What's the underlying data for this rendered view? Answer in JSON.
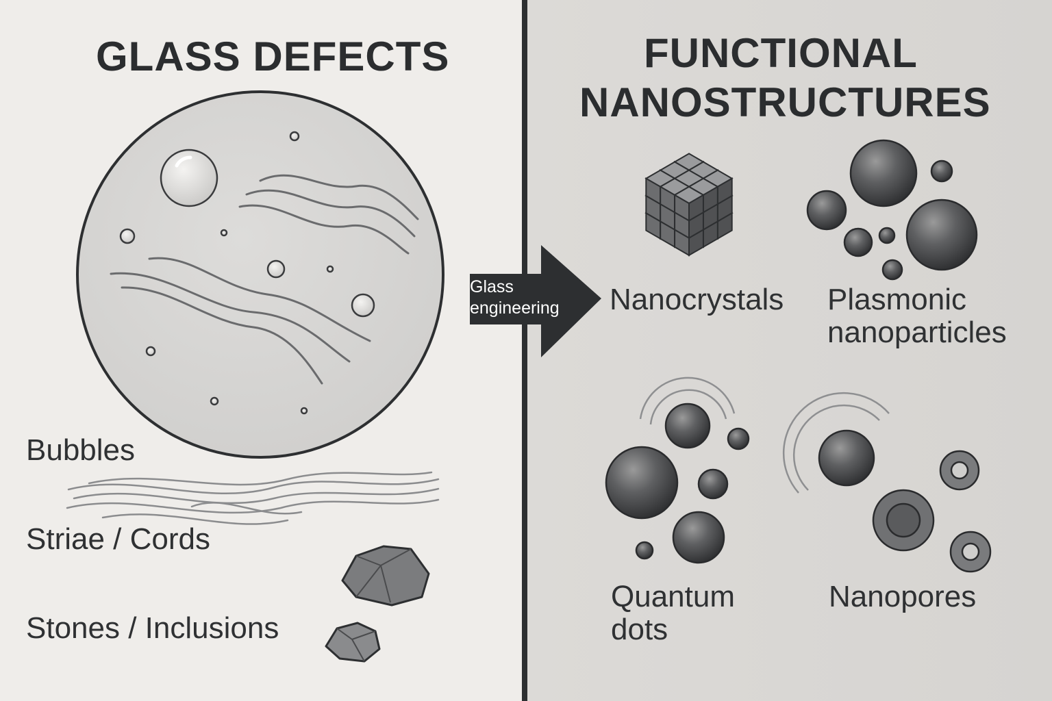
{
  "left": {
    "title": "GLASS DEFECTS",
    "labels": {
      "bubbles": "Bubbles",
      "striae": "Striae / Cords",
      "stones": "Stones / Inclusions"
    }
  },
  "arrow": {
    "line1": "Glass",
    "line2": "engineering"
  },
  "right": {
    "title_line1": "FUNCTIONAL",
    "title_line2": "NANOSTRUCTURES",
    "labels": {
      "nanocrystals": "Nanocrystals",
      "plasmonic_line1": "Plasmonic",
      "plasmonic_line2": "nanoparticles",
      "quantum_line1": "Quantum",
      "quantum_line2": "dots",
      "nanopores": "Nanopores"
    }
  },
  "colors": {
    "left_background": "#efedea",
    "right_background": "#d8d6d3",
    "ink": "#2d2f31"
  }
}
